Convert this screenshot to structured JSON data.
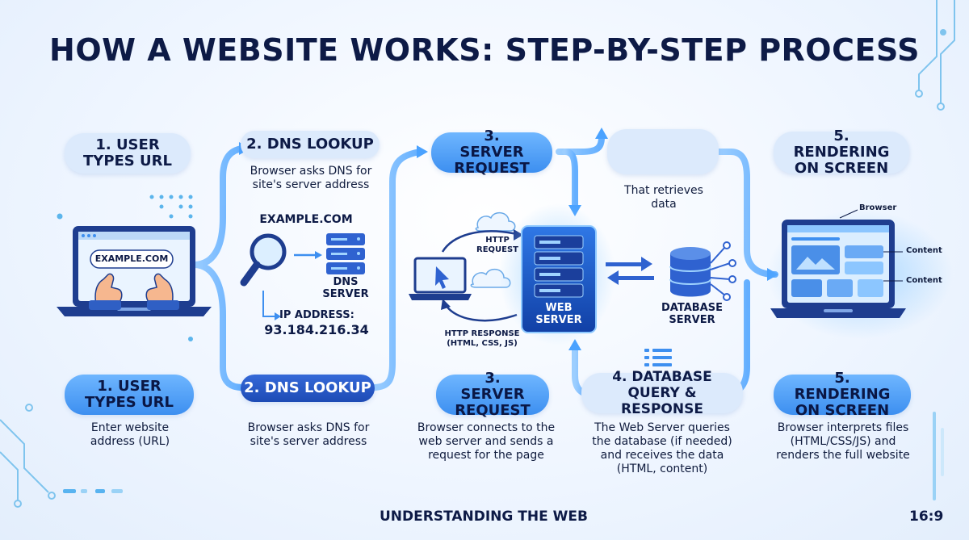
{
  "title": "HOW A WEBSITE WORKS: STEP-BY-STEP PROCESS",
  "colors": {
    "accent": "#3d8ff0",
    "dark_blue": "#1d4bb5",
    "navy": "#0d1a46",
    "pill_light": "#dceafc"
  },
  "top_steps": [
    {
      "label": "1. USER TYPES URL"
    },
    {
      "label": "2. DNS LOOKUP",
      "desc": "Browser asks DNS for site's server address"
    },
    {
      "label": "3. SERVER REQUEST"
    },
    {
      "label": "",
      "desc": "That retrieves data",
      "icon": "swap-arrows-icon"
    },
    {
      "label": "5. RENDERING ON SCREEN"
    }
  ],
  "illustrations": {
    "laptop_url": "EXAMPLE.COM",
    "dns_domain": "EXAMPLE.COM",
    "dns_server": "DNS SERVER",
    "ip_label": "IP ADDRESS:",
    "ip_value": "93.184.216.34",
    "http_request": "HTTP REQUEST",
    "http_response": "HTTP RESPONSE (HTML, CSS, JS)",
    "web_server": "WEB SERVER",
    "database_server": "DATABASE SERVER",
    "browser_label": "Browser",
    "content_label_1": "Content",
    "content_label_2": "Content"
  },
  "bottom_steps": [
    {
      "label": "1. USER TYPES URL",
      "desc": "Enter website address (URL)"
    },
    {
      "label": "2. DNS LOOKUP",
      "desc": "Browser asks DNS for site's server address"
    },
    {
      "label": "3. SERVER REQUEST",
      "desc": "Browser connects to the web server and sends a request for the page"
    },
    {
      "label": "4. DATABASE QUERY & RESPONSE",
      "desc": "The Web Server queries the database (if needed) and receives the data (HTML, content)"
    },
    {
      "label": "5. RENDERING ON SCREEN",
      "desc": "Browser interprets files (HTML/CSS/JS) and renders the full website"
    }
  ],
  "footer": {
    "left": "UNDERSTANDING THE WEB",
    "right": "16:9"
  }
}
